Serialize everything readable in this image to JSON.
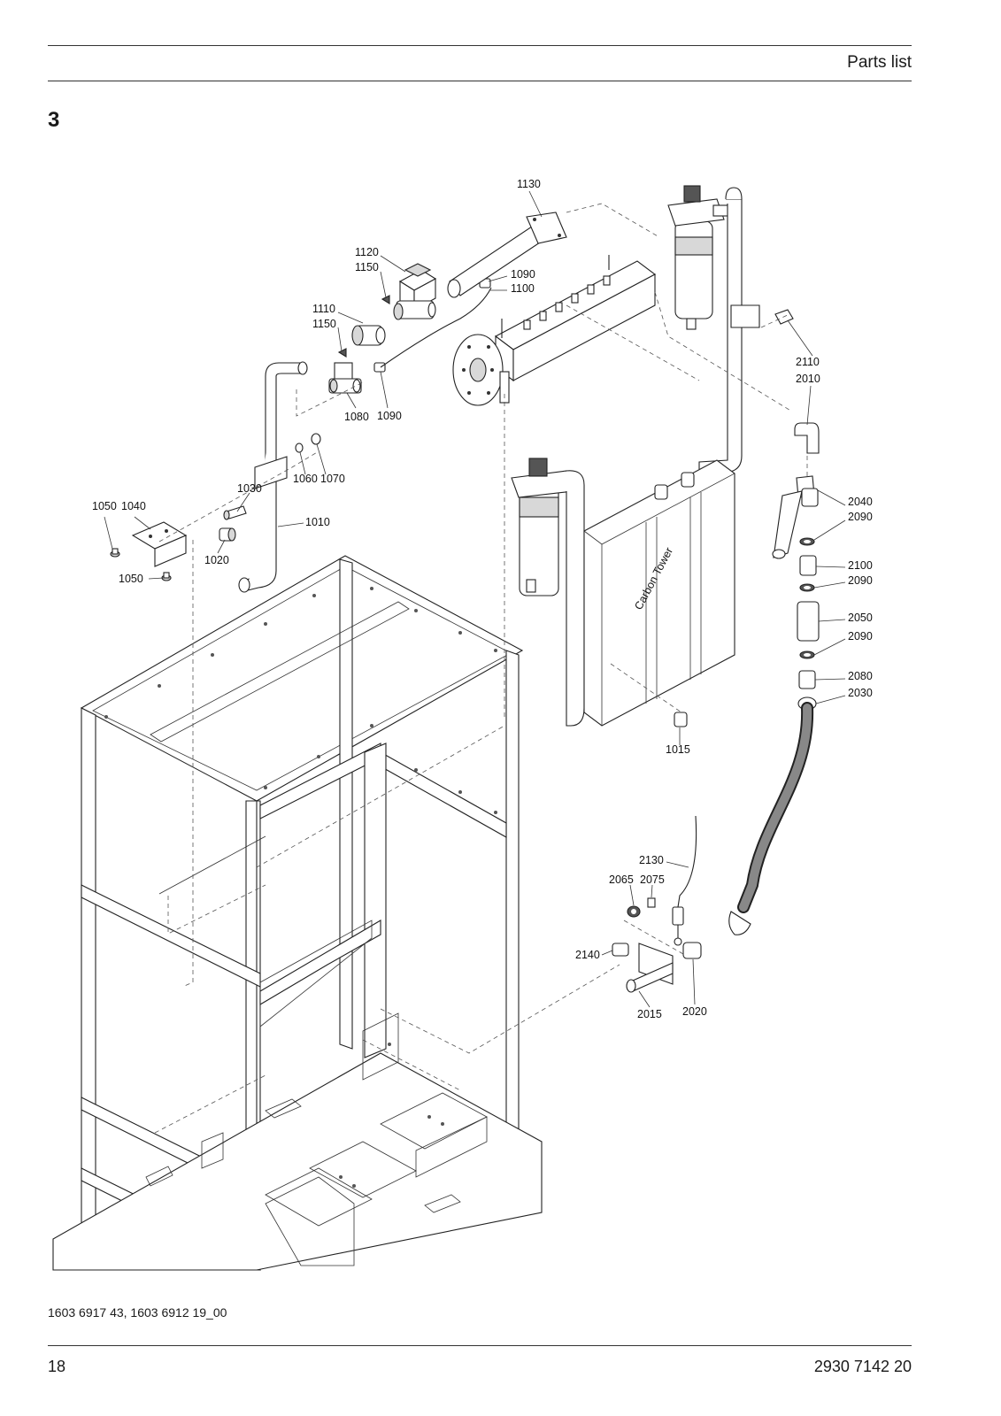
{
  "header": {
    "title": "Parts list"
  },
  "section": {
    "number": "3"
  },
  "footer": {
    "drawing_ref": "1603 6917 43, 1603 6912 19_00",
    "page_number": "18",
    "doc_number": "2930 7142 20"
  },
  "callouts": [
    "1130",
    "1120",
    "1150",
    "1090",
    "1100",
    "1110",
    "1150",
    "1080",
    "1090",
    "1060",
    "1070",
    "1030",
    "1050",
    "1040",
    "1010",
    "1020",
    "1050",
    "2110",
    "2010",
    "2040",
    "2090",
    "2100",
    "2090",
    "2050",
    "2090",
    "2080",
    "2030",
    "1015",
    "2130",
    "2065",
    "2075",
    "2140",
    "2015",
    "2020"
  ],
  "labels": {
    "unit_label": "Carbon Tower"
  }
}
